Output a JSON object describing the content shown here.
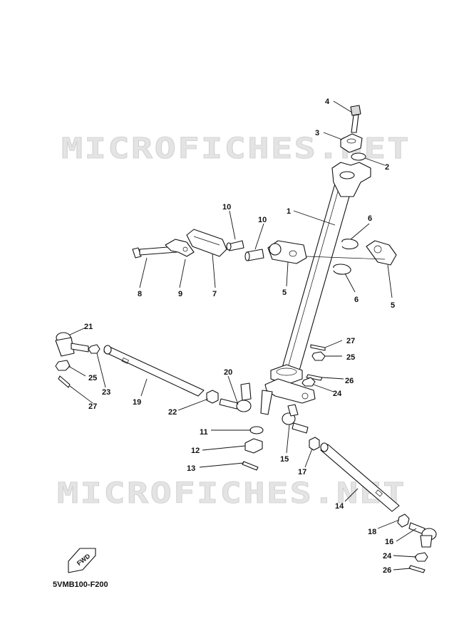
{
  "diagram": {
    "code": "5VMB100-F200",
    "fwd_label": "FWD",
    "watermark": "MICROFICHES.NET",
    "callouts": [
      "1",
      "2",
      "3",
      "4",
      "5",
      "5",
      "6",
      "6",
      "7",
      "8",
      "9",
      "10",
      "10",
      "11",
      "12",
      "13",
      "14",
      "15",
      "16",
      "17",
      "18",
      "19",
      "20",
      "21",
      "22",
      "23",
      "24",
      "24",
      "25",
      "25",
      "26",
      "26",
      "27",
      "27"
    ]
  }
}
